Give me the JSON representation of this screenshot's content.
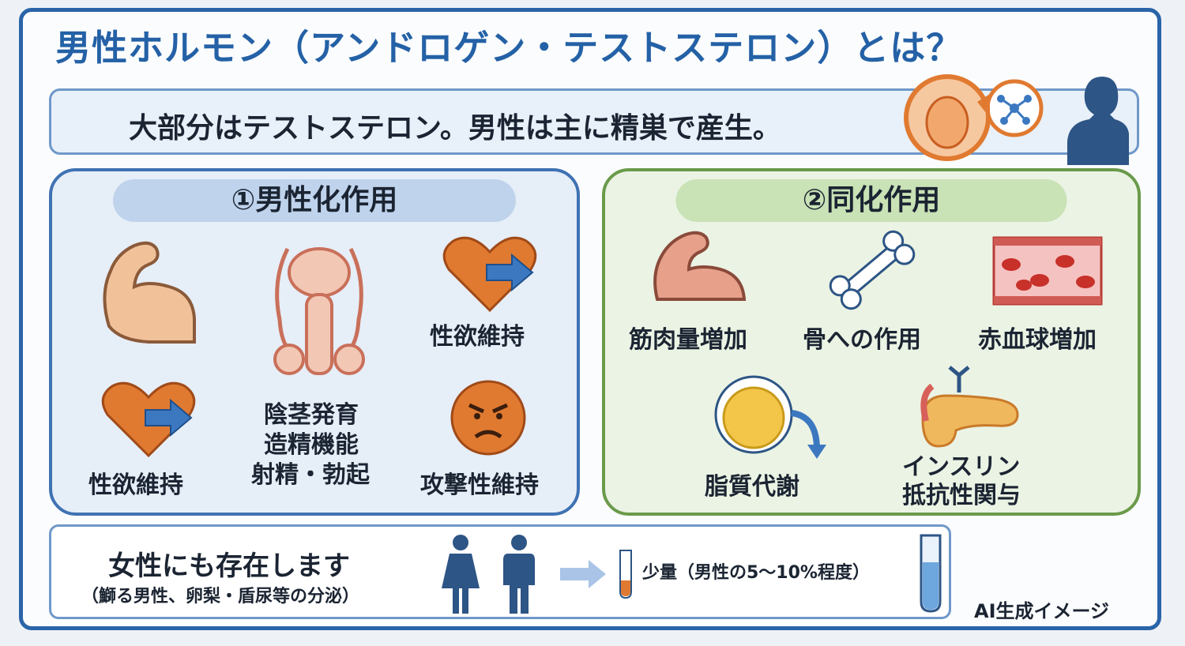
{
  "title": "男性ホルモン（アンドロゲン・テストステロン）とは？",
  "subtitle": "大部分はテストステロン。男性は主に精巣で産生。",
  "panel_a": {
    "heading": "①男性化作用",
    "items": [
      "性欲維持",
      "陰茎発育",
      "造精機能",
      "射精・勃起",
      "性欲維持",
      "攻撃性維持"
    ]
  },
  "panel_b": {
    "heading": "②同化作用",
    "items": [
      "筋肉量増加",
      "骨への作用",
      "赤血球増加",
      "脂質代謝",
      "インスリン",
      "抵抗性関与"
    ]
  },
  "bottom": {
    "title": "女性にも存在します",
    "note": "（鰤る男性、卵梨・盾尿等の分泌）",
    "amount": "少量（男性の5〜10%程度）"
  },
  "ai_note": "AI生成イメージ",
  "colors": {
    "accent_blue": "#2461a6",
    "panel_green": "#6a9a4a",
    "icon_orange": "#e07a30",
    "arrow_blue": "#3b78c0"
  }
}
